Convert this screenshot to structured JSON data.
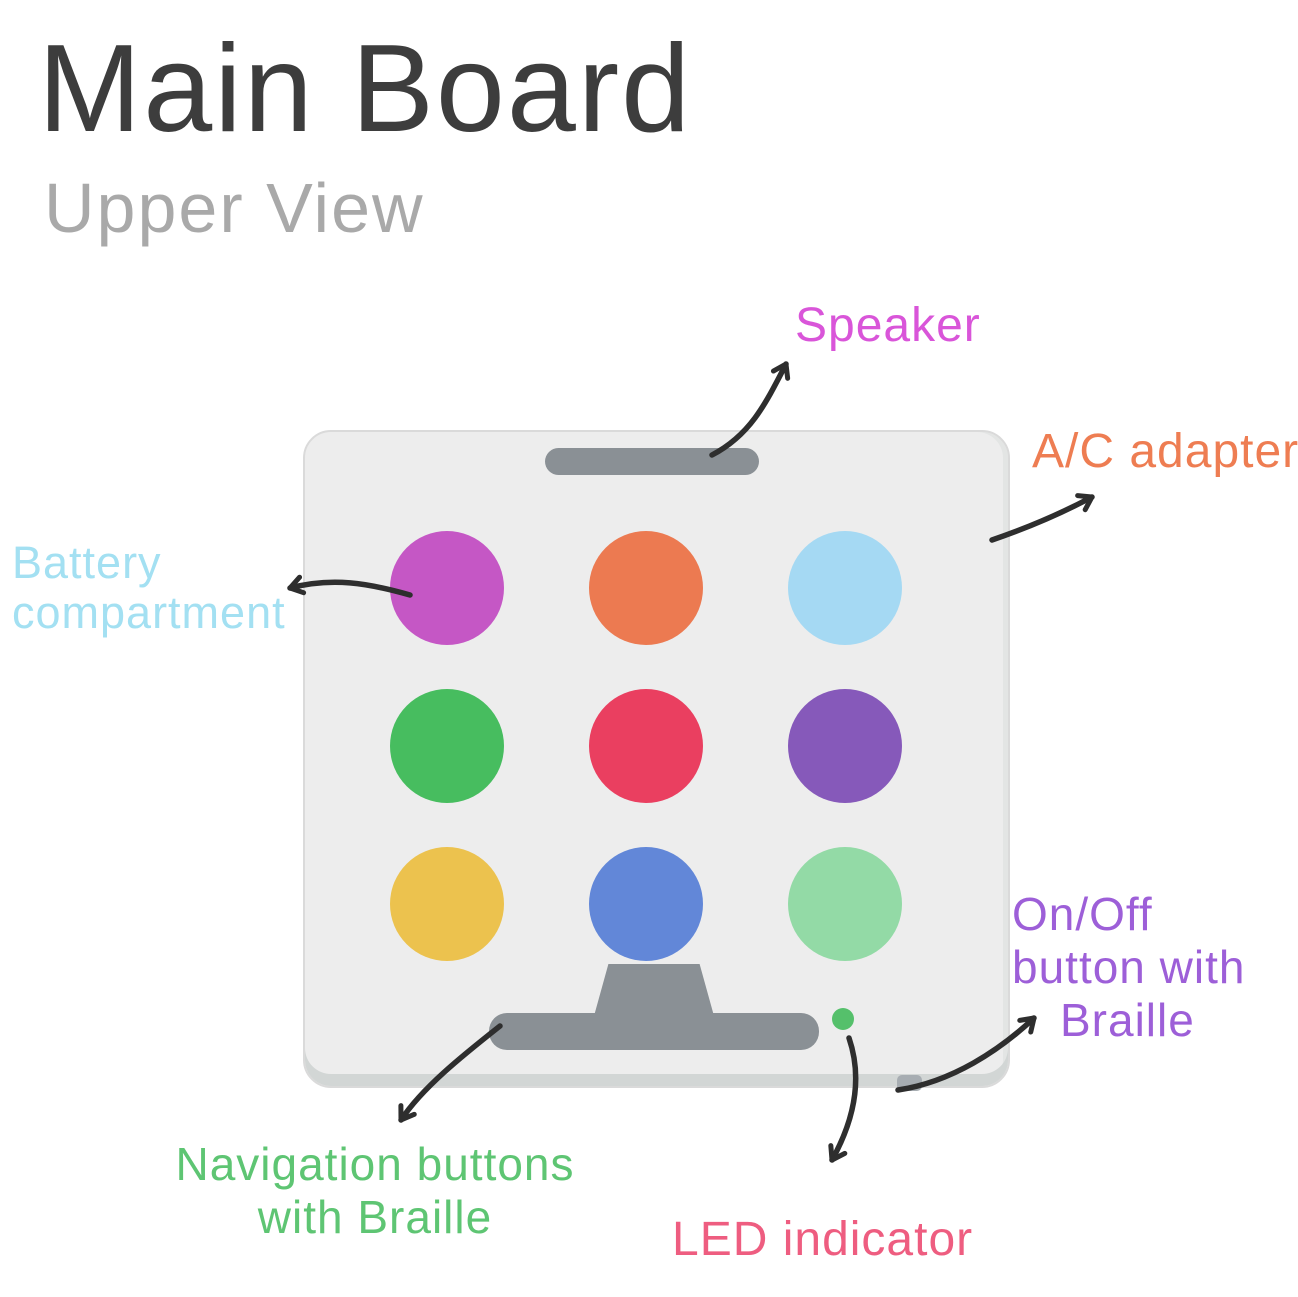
{
  "title": {
    "main": "Main Board",
    "subtitle": "Upper View"
  },
  "colors": {
    "arrow": "#2e2e2e",
    "board_fill": "#ededed",
    "speaker_bar": "#8a9095",
    "nav_bar": "#8a9095",
    "led": "#55c06b",
    "onoff_nub": "#a7adb2"
  },
  "labels": {
    "speaker": {
      "text": "Speaker",
      "color": "#d955d9"
    },
    "ac_adapter": {
      "text": "A/C adapter",
      "color": "#ee7d52"
    },
    "battery": {
      "lines": [
        "Battery",
        "compartment"
      ],
      "color": "#a3e0f2"
    },
    "on_off": {
      "lines": [
        "On/Off",
        "button with",
        "Braille"
      ],
      "color": "#9d5fd8"
    },
    "navigation": {
      "lines": [
        "Navigation buttons",
        "with Braille"
      ],
      "color": "#5ec573"
    },
    "led": {
      "text": "LED indicator",
      "color": "#ee5d80"
    }
  },
  "board": {
    "buttons": [
      {
        "name": "button-magenta",
        "color": "#c557c5"
      },
      {
        "name": "button-orange",
        "color": "#ec7a51"
      },
      {
        "name": "button-lightblue",
        "color": "#a5d9f3"
      },
      {
        "name": "button-green",
        "color": "#47bd5f"
      },
      {
        "name": "button-red",
        "color": "#ea3f60"
      },
      {
        "name": "button-purple",
        "color": "#8659ba"
      },
      {
        "name": "button-yellow",
        "color": "#ecc24e"
      },
      {
        "name": "button-blue",
        "color": "#6287d8"
      },
      {
        "name": "button-lightgreen",
        "color": "#93daa6"
      }
    ]
  }
}
